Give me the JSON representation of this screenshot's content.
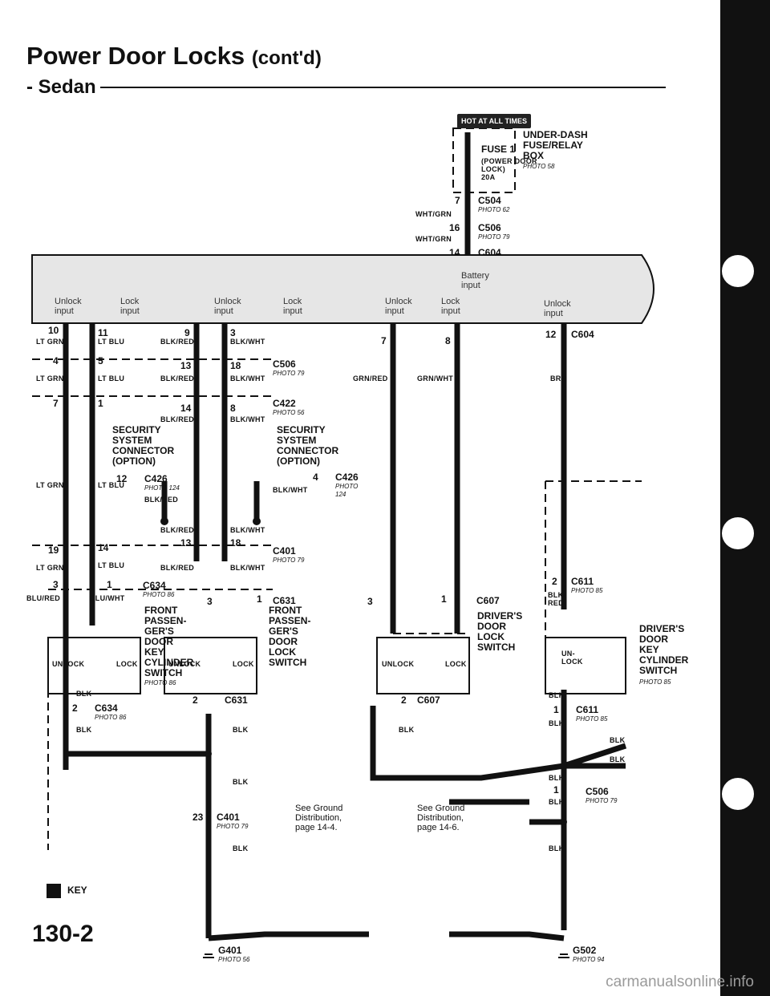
{
  "header": {
    "title": "Power Door Locks",
    "title_suffix": "(cont'd)",
    "subtitle": "- Sedan"
  },
  "hot_label": "HOT AT ALL TIMES",
  "fuse": {
    "name": "FUSE 1",
    "desc_line1": "(POWER DOOR",
    "desc_line2": "LOCK)",
    "desc_line3": "20A",
    "box_line1": "UNDER-DASH",
    "box_line2": "FUSE/RELAY",
    "box_line3": "BOX",
    "box_photo": "PHOTO 58"
  },
  "top_connectors": [
    {
      "pin": "7",
      "name": "C504",
      "photo": "PHOTO 62",
      "wire": "WHT/GRN"
    },
    {
      "pin": "16",
      "name": "C506",
      "photo": "PHOTO 79",
      "wire": "WHT/GRN"
    },
    {
      "pin": "14",
      "name": "C604",
      "photo": ""
    }
  ],
  "module": {
    "battery": "Battery",
    "battery2": "input",
    "inputs": [
      {
        "l1": "Unlock",
        "l2": "input"
      },
      {
        "l1": "Lock",
        "l2": "input"
      },
      {
        "l1": "Unlock",
        "l2": "input"
      },
      {
        "l1": "Lock",
        "l2": "input"
      },
      {
        "l1": "Unlock",
        "l2": "input"
      },
      {
        "l1": "Lock",
        "l2": "input"
      },
      {
        "l1": "Unlock",
        "l2": "input"
      }
    ],
    "c604_pin": "12",
    "c604": "C604"
  },
  "wires": {
    "lt_grn": "LT GRN",
    "lt_blu": "LT BLU",
    "blk_red": "BLK/RED",
    "blk_wht": "BLK/WHT",
    "grn_red": "GRN/RED",
    "grn_wht": "GRN/WHT",
    "brn": "BRN",
    "blu_red": "BLU/RED",
    "blu_wht": "BLU/WHT",
    "blk": "BLK",
    "blk_red2": "BLK/\nRED"
  },
  "connectors": {
    "c506": "C506",
    "c506_photo": "PHOTO 79",
    "c422": "C422",
    "c422_photo": "PHOTO 56",
    "c426": "C426",
    "c426_photo": "PHOTO 124",
    "c426b_photo1": "PHOTO",
    "c426b_photo2": "124",
    "c401": "C401",
    "c401_photo": "PHOTO 79",
    "c634": "C634",
    "c634_photo": "PHOTO 86",
    "c631": "C631",
    "c607": "C607",
    "c611": "C611",
    "c611_photo": "PHOTO 85",
    "g401": "G401",
    "g401_photo": "PHOTO 56",
    "g502": "G502",
    "g502_photo": "PHOTO 94"
  },
  "components": {
    "security1": "SECURITY\nSYSTEM\nCONNECTOR\n(OPTION)",
    "security2": "SECURITY\nSYSTEM\nCONNECTOR\n(OPTION)",
    "front_pass_key": "FRONT\nPASSEN-\nGER'S\nDOOR\nKEY\nCYLINDER\nSWITCH",
    "front_pass_key_photo": "PHOTO 86",
    "front_pass_lock": "FRONT\nPASSEN-\nGER'S\nDOOR\nLOCK\nSWITCH",
    "driver_lock": "DRIVER'S\nDOOR\nLOCK\nSWITCH",
    "driver_key": "DRIVER'S\nDOOR\nKEY\nCYLINDER\nSWITCH",
    "driver_key_photo": "PHOTO 85",
    "unlock": "UNLOCK",
    "lock": "LOCK",
    "un_lock": "UN-\nLOCK",
    "key": "KEY"
  },
  "notes": {
    "ground1": "See Ground\nDistribution,\npage 14-4.",
    "ground2": "See Ground\nDistribution,\npage 14-6."
  },
  "pins": {
    "p10": "10",
    "p11": "11",
    "p9": "9",
    "p3": "3",
    "p7": "7",
    "p8": "8",
    "p4": "4",
    "p5": "5",
    "p13": "13",
    "p18": "18",
    "p1": "1",
    "p14": "14",
    "p12": "12",
    "p19": "19",
    "p2": "2",
    "p23": "23"
  },
  "page": "130-2",
  "watermark": "carmanualsonline.info"
}
